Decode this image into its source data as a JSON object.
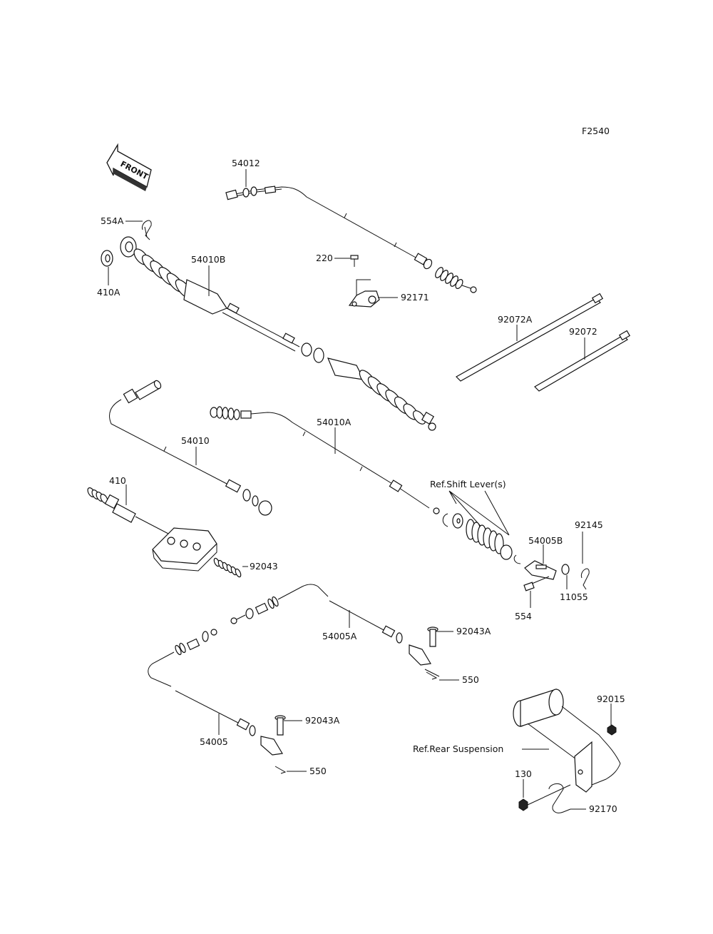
{
  "figure_code": "F2540",
  "front_label": "FRONT",
  "parts": [
    {
      "id": "p54012",
      "label": "54012"
    },
    {
      "id": "p554A",
      "label": "554A"
    },
    {
      "id": "p410A",
      "label": "410A"
    },
    {
      "id": "p54010B",
      "label": "54010B"
    },
    {
      "id": "p220",
      "label": "220"
    },
    {
      "id": "p92171",
      "label": "92171"
    },
    {
      "id": "p92072A",
      "label": "92072A"
    },
    {
      "id": "p92072",
      "label": "92072"
    },
    {
      "id": "p54010",
      "label": "54010"
    },
    {
      "id": "p54010A",
      "label": "54010A"
    },
    {
      "id": "p54005B",
      "label": "54005B"
    },
    {
      "id": "p92145",
      "label": "92145"
    },
    {
      "id": "p11055",
      "label": "11055"
    },
    {
      "id": "p554",
      "label": "554"
    },
    {
      "id": "p410",
      "label": "410"
    },
    {
      "id": "p92043",
      "label": "92043"
    },
    {
      "id": "p54005A",
      "label": "54005A"
    },
    {
      "id": "p92043A_1",
      "label": "92043A"
    },
    {
      "id": "p550_1",
      "label": "550"
    },
    {
      "id": "p54005",
      "label": "54005"
    },
    {
      "id": "p92043A_2",
      "label": "92043A"
    },
    {
      "id": "p550_2",
      "label": "550"
    },
    {
      "id": "p92015",
      "label": "92015"
    },
    {
      "id": "p130",
      "label": "130"
    },
    {
      "id": "p92170",
      "label": "92170"
    }
  ],
  "references": {
    "shift_lever": "Ref.Shift Lever(s)",
    "rear_suspension": "Ref.Rear Suspension"
  }
}
